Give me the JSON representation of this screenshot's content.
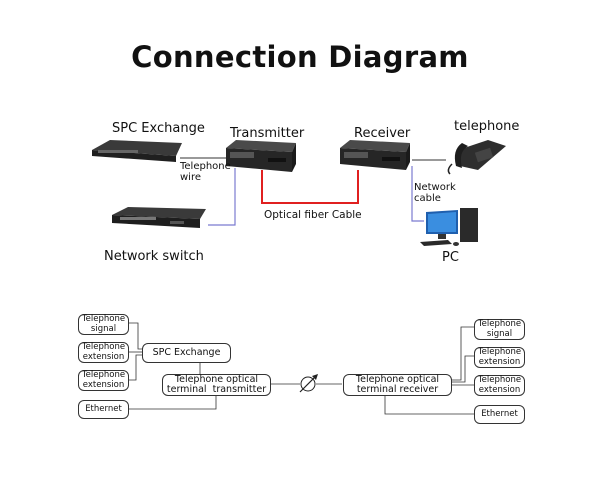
{
  "title": "Connection Diagram",
  "photo_diagram": {
    "devices": {
      "spc_exchange": "SPC Exchange",
      "transmitter": "Transmitter",
      "receiver": "Receiver",
      "telephone": "telephone",
      "network_switch": "Network switch",
      "pc": "PC"
    },
    "cables": {
      "telephone_wire": [
        "Telephone",
        "wire"
      ],
      "optical_fiber": "Optical fiber Cable",
      "network_cable": [
        "Network",
        "cable"
      ]
    },
    "colors": {
      "fiber": "#e02020",
      "network": "#7b7bd0",
      "telephone": "#333333"
    }
  },
  "block_diagram": {
    "left_inputs": [
      [
        "Telephone",
        "signal"
      ],
      [
        "Telephone",
        "extension"
      ],
      [
        "Telephone",
        "extension"
      ],
      [
        "Ethernet"
      ]
    ],
    "spc_exchange": "SPC Exchange",
    "transmitter": [
      "Telephone optical",
      "terminal  transmitter"
    ],
    "receiver": [
      "Telephone optical",
      "terminal receiver"
    ],
    "right_outputs": [
      [
        "Telephone",
        "signal"
      ],
      [
        "Telephone",
        "extension"
      ],
      [
        "Telephone",
        "extension"
      ],
      [
        "Ethernet"
      ]
    ],
    "fiber_symbol": "optical-attenuator-icon"
  }
}
